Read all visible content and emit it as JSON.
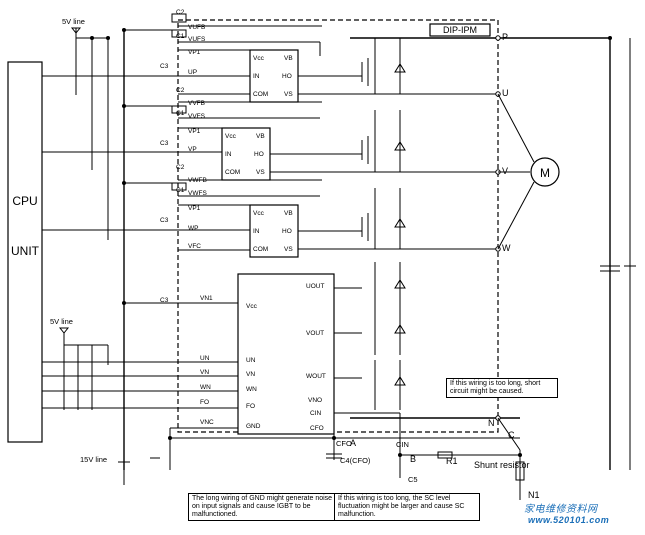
{
  "module": {
    "title": "DIP-IPM"
  },
  "cpu": {
    "label_top": "CPU",
    "label_bottom": "UNIT"
  },
  "supplies": {
    "five_v_line_top": "5V line",
    "five_v_line_bottom": "5V line",
    "fifteen_v_line": "15V line"
  },
  "phase_inputs": {
    "u": [
      "VUFB",
      "VUFS",
      "VP1",
      "UP"
    ],
    "v": [
      "VVFB",
      "VVFS",
      "VP1",
      "VP"
    ],
    "w": [
      "VWFB",
      "VWFS",
      "VP1",
      "WP"
    ]
  },
  "hvic": {
    "pins_left": [
      "Vcc",
      "IN",
      "COM"
    ],
    "pins_right": [
      "VB",
      "HO",
      "VS"
    ]
  },
  "lvic": {
    "pins_left": [
      "Vcc",
      "UN",
      "VN",
      "WN",
      "FO",
      "GND"
    ],
    "pins_right": [
      "UOUT",
      "VOUT",
      "WOUT",
      "VNO",
      "CIN",
      "CFO"
    ]
  },
  "low_side_inputs": [
    "VN1",
    "UN",
    "VN",
    "WN",
    "FO",
    "VNC"
  ],
  "vfc": "VFC",
  "capacitors": {
    "c1": "C1",
    "c2": "C2",
    "c3": "C3",
    "c4": "C4(CFO)",
    "c5": "C5"
  },
  "nodes": {
    "p": "P",
    "u": "U",
    "v": "V",
    "w": "W",
    "n": "N",
    "n1": "N1",
    "a": "A",
    "b": "B",
    "c": "C",
    "cfo": "CFO",
    "cin": "CIN",
    "r1": "R1"
  },
  "motor": "M",
  "shunt": "Shunt resistor",
  "notes": {
    "short_circuit": "If this wiring is too long, short circuit might be caused.",
    "gnd_wiring": "The long wiring of GND might generate noise on input signals and cause IGBT to be malfunctioned.",
    "sc_level": "If this wiring is too long, the SC level fluctuation might be larger and cause SC malfunction."
  },
  "watermark": {
    "cn": "家电维修资料网",
    "url": "www.520101.com"
  },
  "colors": {
    "line": "#000000",
    "watermark": "#1b6fb8"
  }
}
